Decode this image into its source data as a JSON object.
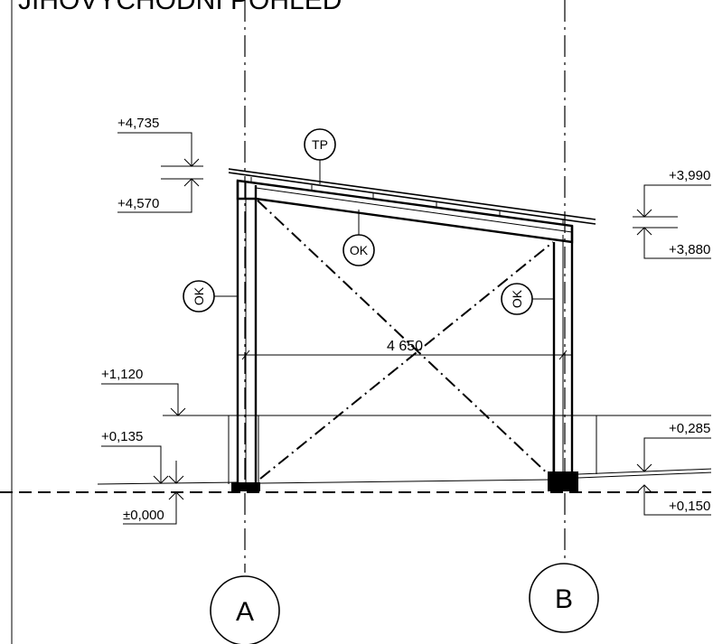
{
  "title": "JIHOVÝCHODNÍ POHLED",
  "axes": {
    "a": "A",
    "b": "B"
  },
  "elevations": {
    "left_top": "+4,735",
    "left_top2": "+4,570",
    "left_mid": "+1,120",
    "left_low": "+0,135",
    "left_zero": "±0,000",
    "right_top": "+3,990",
    "right_top2": "+3,880",
    "right_low": "+0,285",
    "right_low2": "+0,150"
  },
  "tags": {
    "roof": "TP",
    "beam": "OK",
    "col_left": "OK",
    "col_right": "OK"
  },
  "dimension": "4 650"
}
